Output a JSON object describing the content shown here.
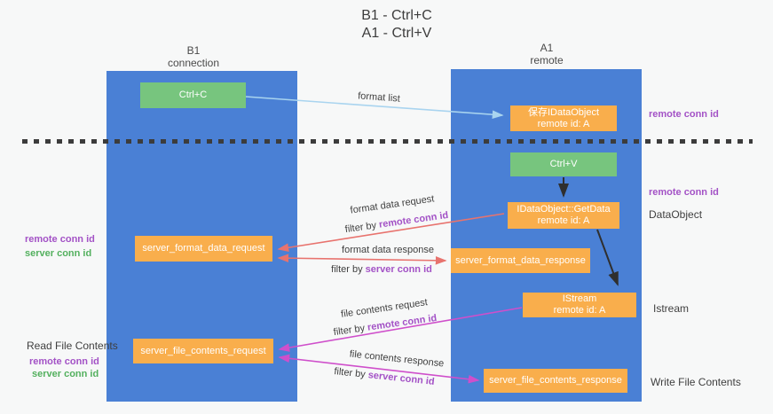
{
  "title": {
    "line1": "B1 - Ctrl+C",
    "line2": "A1 - Ctrl+V"
  },
  "columns": {
    "left": {
      "header_line1": "B1",
      "header_line2": "connection"
    },
    "right": {
      "header_line1": "A1",
      "header_line2": "remote"
    }
  },
  "boxes": {
    "ctrl_c": "Ctrl+C",
    "ctrl_v": "Ctrl+V",
    "save_idataobject_line1": "保存IDataObject",
    "save_idataobject_line2": "remote id: A",
    "getdata_line1": "IDataObject::GetData",
    "getdata_line2": "remote id: A",
    "istream_line1": "IStream",
    "istream_line2": "remote id: A",
    "format_request": "server_format_data_request",
    "format_response": "server_format_data_response",
    "file_request": "server_file_contents_request",
    "file_response": "server_file_contents_response"
  },
  "arrow_labels": {
    "format_list": "format list",
    "format_data_request": "format data request",
    "format_data_response": "format data response",
    "file_contents_request": "file contents request",
    "file_contents_response": "file contents response",
    "filter_by": "filter by ",
    "remote_conn_id": "remote conn id",
    "server_conn_id": "server conn id"
  },
  "side_labels": {
    "right_remote_conn_id_top": "remote conn id",
    "right_remote_conn_id_mid": "remote conn id",
    "dataobject": "DataObject",
    "istream": "Istream",
    "write_file_contents": "Write File Contents",
    "left_remote_conn_id_top": "remote conn id",
    "left_server_conn_id_top": "server conn id",
    "read_file_contents": "Read File Contents",
    "left_remote_conn_id_bottom": "remote conn id",
    "left_server_conn_id_bottom": "server conn id"
  },
  "colors": {
    "column_blue": "#4a80d5",
    "box_green": "#77c57e",
    "box_orange": "#f9ae4c",
    "text_purple": "#a352c6",
    "text_green": "#53b05e",
    "arrow_lightblue": "#a9d4ef",
    "arrow_salmon": "#e8736e",
    "arrow_magenta": "#cf4fcb",
    "arrow_black": "#2f2f2f",
    "background": "#f7f8f8"
  }
}
